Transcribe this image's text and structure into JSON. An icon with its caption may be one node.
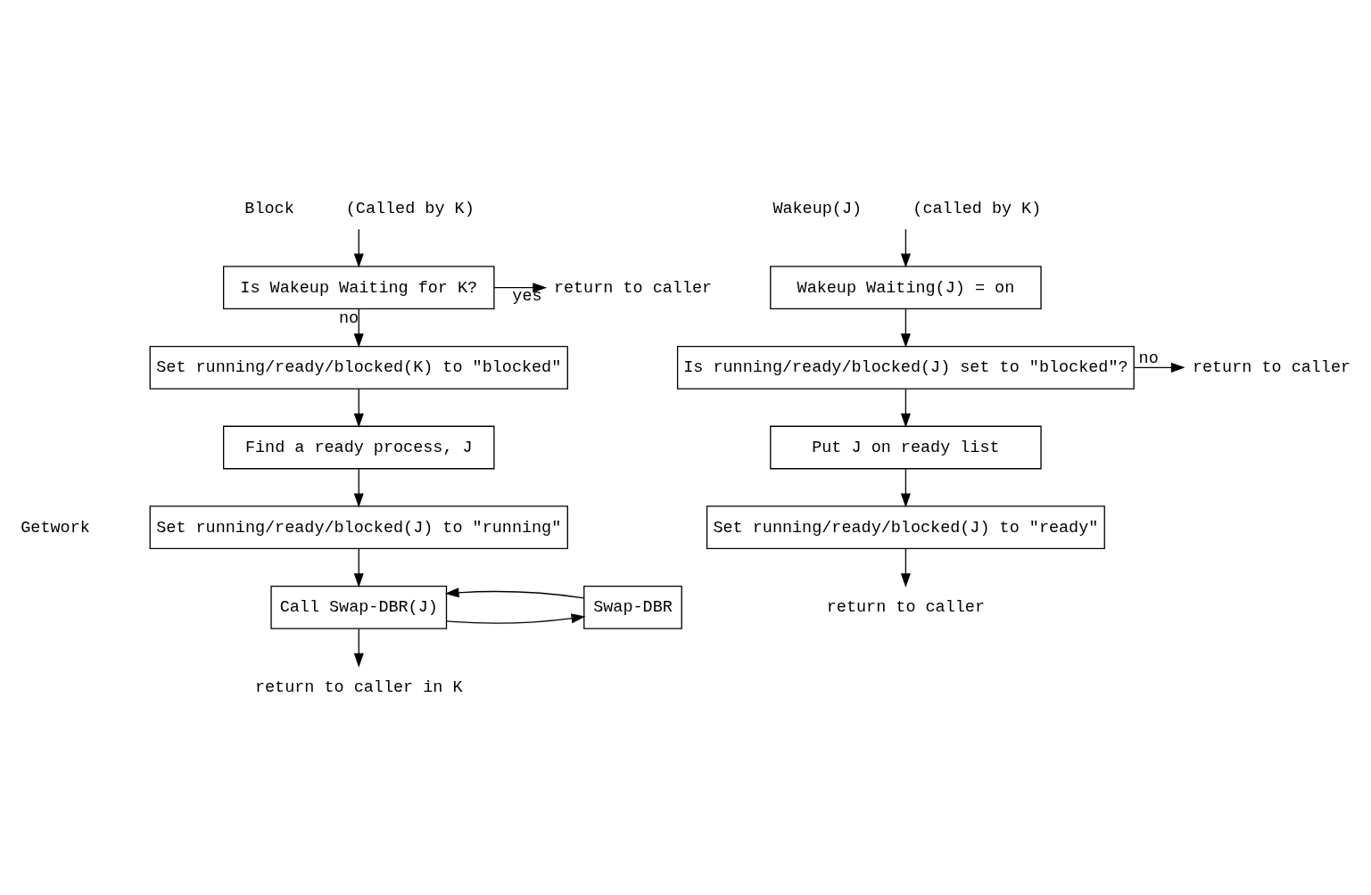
{
  "diagram": {
    "nodes": [
      {
        "text": [
          "Block"
        ],
        "beside": [
          "(Called by K)"
        ]
      },
      {
        "text": [
          "Is Wakeup Waiting for K?"
        ]
      },
      {
        "text": [
          "return to caller"
        ]
      },
      {
        "text": [
          "Set running/ready/blocked(K) to \"blocked\""
        ]
      },
      {
        "text": [
          "Find a ready process, J"
        ]
      },
      {
        "text": [
          "Set running/ready/blocked(J) to \"running\""
        ]
      },
      {
        "text": [
          "Call Swap-DBR(J)"
        ]
      },
      {
        "text": [
          "Swap-DBR"
        ]
      },
      {
        "text": [
          "return to caller in K"
        ]
      },
      {
        "text": [
          "Wakeup(J)"
        ],
        "beside": [
          "(called by K)"
        ]
      },
      {
        "text": [
          "Wakeup Waiting(J) = on"
        ]
      },
      {
        "text": [
          "Is running/ready/blocked(J) set to \"blocked\"?"
        ]
      },
      {
        "text": [
          "return to caller"
        ]
      },
      {
        "text": [
          "Put J on ready list"
        ]
      },
      {
        "text": [
          "Set running/ready/blocked(J) to \"ready\""
        ]
      },
      {
        "text": [
          "return to caller"
        ]
      }
    ],
    "edges": [
      {
        "from": 0,
        "to": 1,
        "arrow": "to"
      },
      {
        "from": 1,
        "to": 2,
        "arrow": "to",
        "label": "yes"
      },
      {
        "from": 1,
        "to": 3,
        "arrow": "to",
        "label": "no"
      },
      {
        "from": 3,
        "to": 4,
        "arrow": "to"
      },
      {
        "from": 4,
        "to": 5,
        "arrow": "to"
      },
      {
        "from": 5,
        "to": 6,
        "arrow": "to"
      },
      {
        "from": 6,
        "to": 7,
        "arrow": "to"
      },
      {
        "from": 7,
        "to": 6,
        "arrow": "to"
      },
      {
        "from": 6,
        "to": 8,
        "arrow": "to"
      },
      {
        "from": 9,
        "to": 10,
        "arrow": "to"
      },
      {
        "from": 10,
        "to": 11,
        "arrow": "to"
      },
      {
        "from": 11,
        "to": 12,
        "arrow": "to",
        "label": "no"
      },
      {
        "from": 11,
        "to": 13,
        "arrow": "to"
      },
      {
        "from": 13,
        "to": 14,
        "arrow": "to"
      },
      {
        "from": 14,
        "to": 15,
        "arrow": "to"
      }
    ],
    "labels": [
      "Getwork"
    ]
  }
}
